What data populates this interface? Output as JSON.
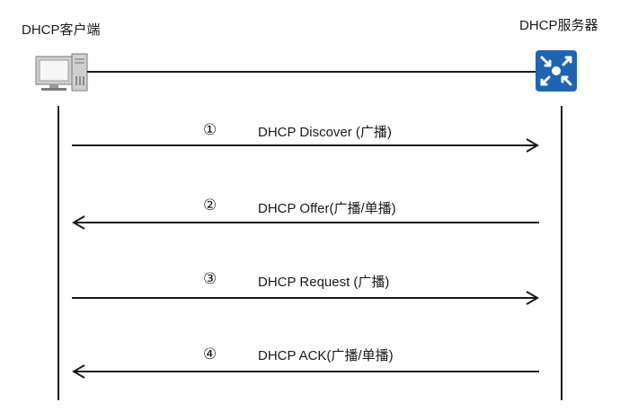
{
  "client": {
    "label": "DHCP客户端",
    "icon": "computer-icon"
  },
  "server": {
    "label": "DHCP服务器",
    "icon": "router-icon",
    "icon_color": "#1f64b3"
  },
  "messages": [
    {
      "number": "①",
      "label": "DHCP Discover (广播)",
      "direction": "client-to-server"
    },
    {
      "number": "②",
      "label": "DHCP Offer(广播/单播)",
      "direction": "server-to-client"
    },
    {
      "number": "③",
      "label": "DHCP Request (广播)",
      "direction": "client-to-server"
    },
    {
      "number": "④",
      "label": "DHCP ACK(广播/单播)",
      "direction": "server-to-client"
    }
  ]
}
